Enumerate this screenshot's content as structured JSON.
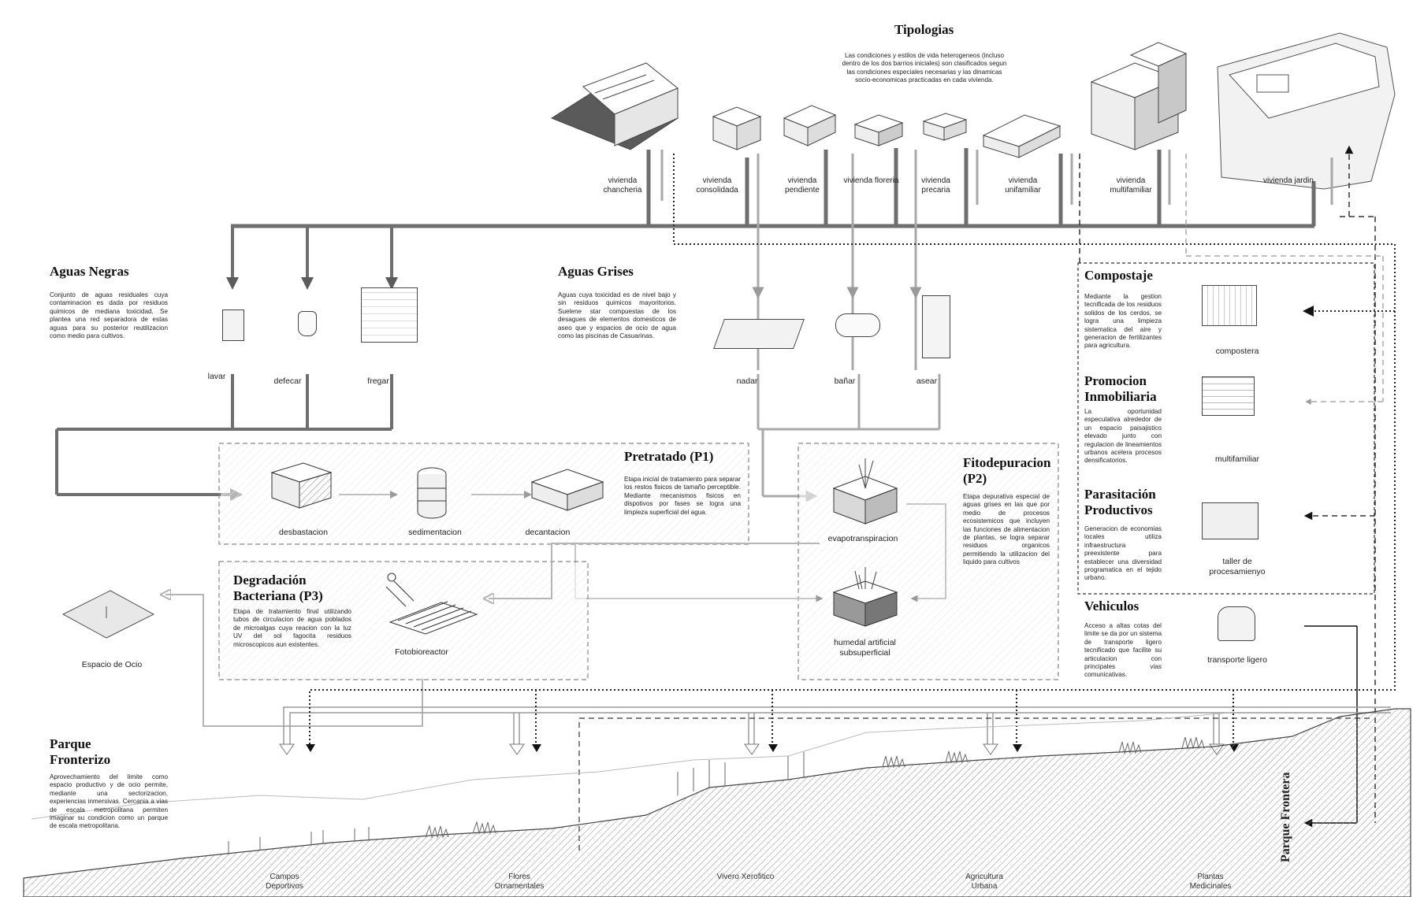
{
  "title": "Tipologias",
  "title_desc": "Las condiciones y estilos de vida heterogeneos (incluso dentro de los dos barrios iniciales) son clasificados segun las condiciones especiales necesarias y las dinamicas socio-economicas practicadas en cada vivienda.",
  "typologies": [
    "vivienda chancheria",
    "vivienda consolidada",
    "vivienda pendiente",
    "vivienda floreria",
    "vivienda precaria",
    "vivienda unifamiliar",
    "vivienda multifamiliar",
    "vivienda jardin"
  ],
  "aguas_negras": {
    "title": "Aguas Negras",
    "desc": "Conjunto de aguas residuales cuya contaminacion es dada por residuos quimicos de mediana toxicidad. Se plantea una red separadora de estas aguas para su posterior reutilizacion como medio para cultivos.",
    "items": [
      "lavar",
      "defecar",
      "fregar"
    ]
  },
  "aguas_grises": {
    "title": "Aguas Grises",
    "desc": "Aguas cuya toxicidad es de nivel bajo y sin residuos quimicos mayoritorios. Suelene star compuestas de los desagues de elementos domesticos de aseo que y espacios de ocio de agua como las piscinas de Casuarinas.",
    "items": [
      "nadar",
      "bañar",
      "asear"
    ]
  },
  "pretratado": {
    "title": "Pretratado (P1)",
    "desc": "Etapa inicial de tratamiento para separar los restos fisicos de tamaño perceptible. Mediante mecanismos fisicos en dispotivos por fases se logra una limpieza superficial del agua.",
    "items": [
      "desbastacion",
      "sedimentacion",
      "decantacion"
    ]
  },
  "fitodepuracion": {
    "title": "Fitodepuracion (P2)",
    "desc": "Etapa depurativa especial de aguas grises en las que por medio de procesos ecosistemicos que incluyen las funciones de alimentacion de plantas, se logra separar residuos organicos permitiendo la utilizacion del liquido para cultivos",
    "items": [
      "evapotranspiracion",
      "humedal artificial subsuperficial"
    ]
  },
  "degradacion": {
    "title": "Degradación Bacteriana (P3)",
    "desc": "Etapa de tratamiento final utilizando tubos de circulacion de agua poblados de microalgas cuya reacion con la luz UV del sol fagocita residuos microscopicos aun existentes.",
    "item": "Fotobioreactor"
  },
  "espacio_ocio": "Espacio de Ocio",
  "right_panel": [
    {
      "title": "Compostaje",
      "desc": "Mediante la gestion tecnificada de los residuos solidos de los cerdos, se logra una limpieza sistematica del aire y generacion de fertilizantes para agricultura.",
      "item": "compostera"
    },
    {
      "title": "Promocion Inmobiliaria",
      "desc": "La oportunidad especulativa alrededor de un espacio paisajistico elevado junto con regulacion de lineamientos urbanos acelera procesos densificatorios.",
      "item": "multifamiliar"
    },
    {
      "title": "Parasitación Productivos",
      "desc": "Generacion de economias locales utiliza infraestructura preexistente para establecer una diversidad programatica en el tejido urbano.",
      "item": "taller de procesamienyo"
    },
    {
      "title": "Vehiculos",
      "desc": "Acceso a altas cotas del limite se da por un sistema de transporte ligero tecnificado que facilite su articulacion con principales vias comunicativas.",
      "item": "transporte ligero"
    }
  ],
  "parque": {
    "title": "Parque Fronterizo",
    "desc": "Aprovechamiento del limite como espacio productivo y de ocio permite, mediante una sectorizacion, experiencias inmersivas. Cercania a vias de escala metropolitana permiten imaginar su condicion como un parque de escala metropolitana."
  },
  "ground_labels": [
    "Campos Deportivos",
    "Flores Ornamentales",
    "Vivero Xerofitico",
    "Agricultura Urbana",
    "Plantas Medicinales"
  ],
  "parque_frontera": "Parque Frontera"
}
